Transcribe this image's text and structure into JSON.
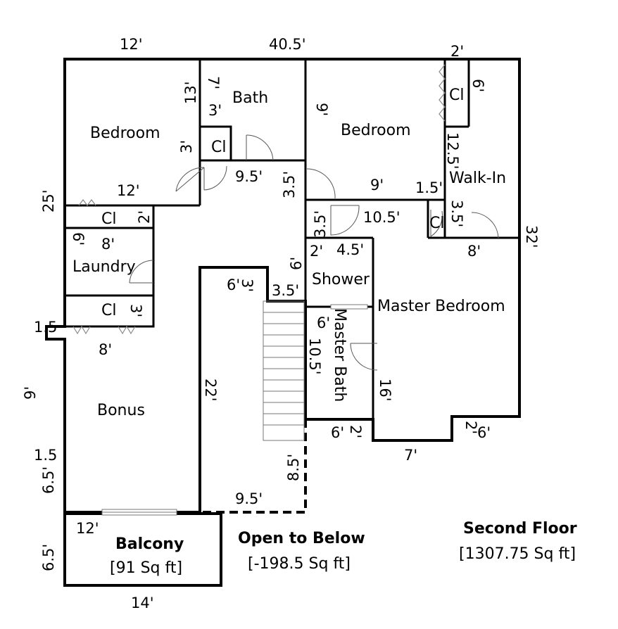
{
  "rooms": {
    "bedroom_left": "Bedroom",
    "bath": "Bath",
    "bedroom_right": "Bedroom",
    "walk_in": "Walk-In",
    "closet": "Cl",
    "laundry": "Laundry",
    "shower": "Shower",
    "master_bedroom": "Master Bedroom",
    "master_bath": "Master Bath",
    "bonus": "Bonus"
  },
  "dimensions": {
    "top_12": "12'",
    "top_40_5": "40.5'",
    "top_2": "2'",
    "bath_13": "13'",
    "bath_7": "7'",
    "bath_3": "3'",
    "bed_left_3": "3'",
    "bed_right_9": "9'",
    "cl_6": "6'",
    "walk_12_5": "12.5'",
    "left_25": "25'",
    "bed_left_12": "12'",
    "hall_9_5": "9.5'",
    "hall_3_5a": "3.5'",
    "bed_right_9b": "9'",
    "walk_1_5": "1.5'",
    "hall_3_5b": "3.5'",
    "hall_10_5": "10.5'",
    "walk_3_5": "3.5'",
    "right_32": "32'",
    "laundry_cl_2": "2'",
    "laundry_6": "6'",
    "laundry_8": "8'",
    "shower_2": "2'",
    "shower_4_5": "4.5'",
    "shower_6": "6'",
    "master_8": "8'",
    "open_6": "6'",
    "open_3": "3'",
    "open_3_5": "3.5'",
    "cl_3": "3'",
    "left_1_5a": "1.5",
    "bonus_8": "8'",
    "mbath_6": "6'",
    "mbath_10_5": "10.5'",
    "open_22": "22'",
    "left_9": "9'",
    "master_16": "16'",
    "mbath_6b": "6'",
    "mbath_2": "2'",
    "master_2": "2'",
    "master_6": "6'",
    "master_7": "7'",
    "left_1_5b": "1.5",
    "left_6_5a": "6.5'",
    "open_8_5": "8.5'",
    "open_9_5": "9.5'",
    "balcony_12": "12'",
    "left_6_5b": "6.5'",
    "bottom_14": "14'"
  },
  "balcony": {
    "title": "Balcony",
    "area": "[91 Sq ft]"
  },
  "open_to_below": {
    "title": "Open to Below",
    "area": "[-198.5 Sq ft]"
  },
  "floor": {
    "title": "Second Floor",
    "area": "[1307.75 Sq ft]"
  }
}
